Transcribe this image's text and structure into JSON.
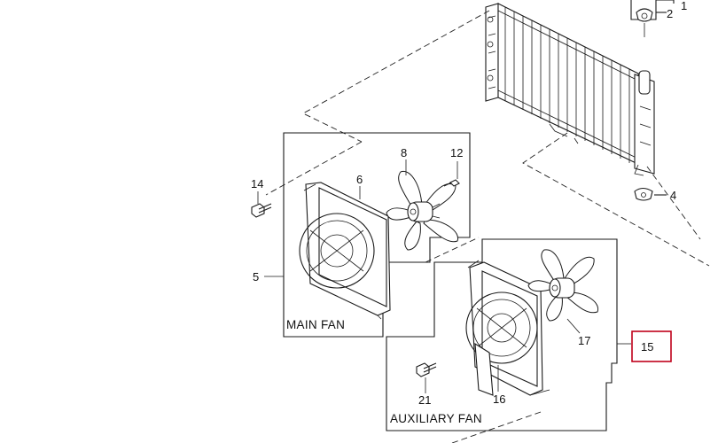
{
  "diagram": {
    "callouts": {
      "c1": "1",
      "c2": "2",
      "c4": "4",
      "c5": "5",
      "c6": "6",
      "c8": "8",
      "c12": "12",
      "c14": "14",
      "c15": "15",
      "c16": "16",
      "c17": "17",
      "c21": "21"
    },
    "labels": {
      "main_fan": "MAIN FAN",
      "auxiliary_fan": "AUXILIARY FAN"
    },
    "highlight_color": "#c0001a"
  }
}
